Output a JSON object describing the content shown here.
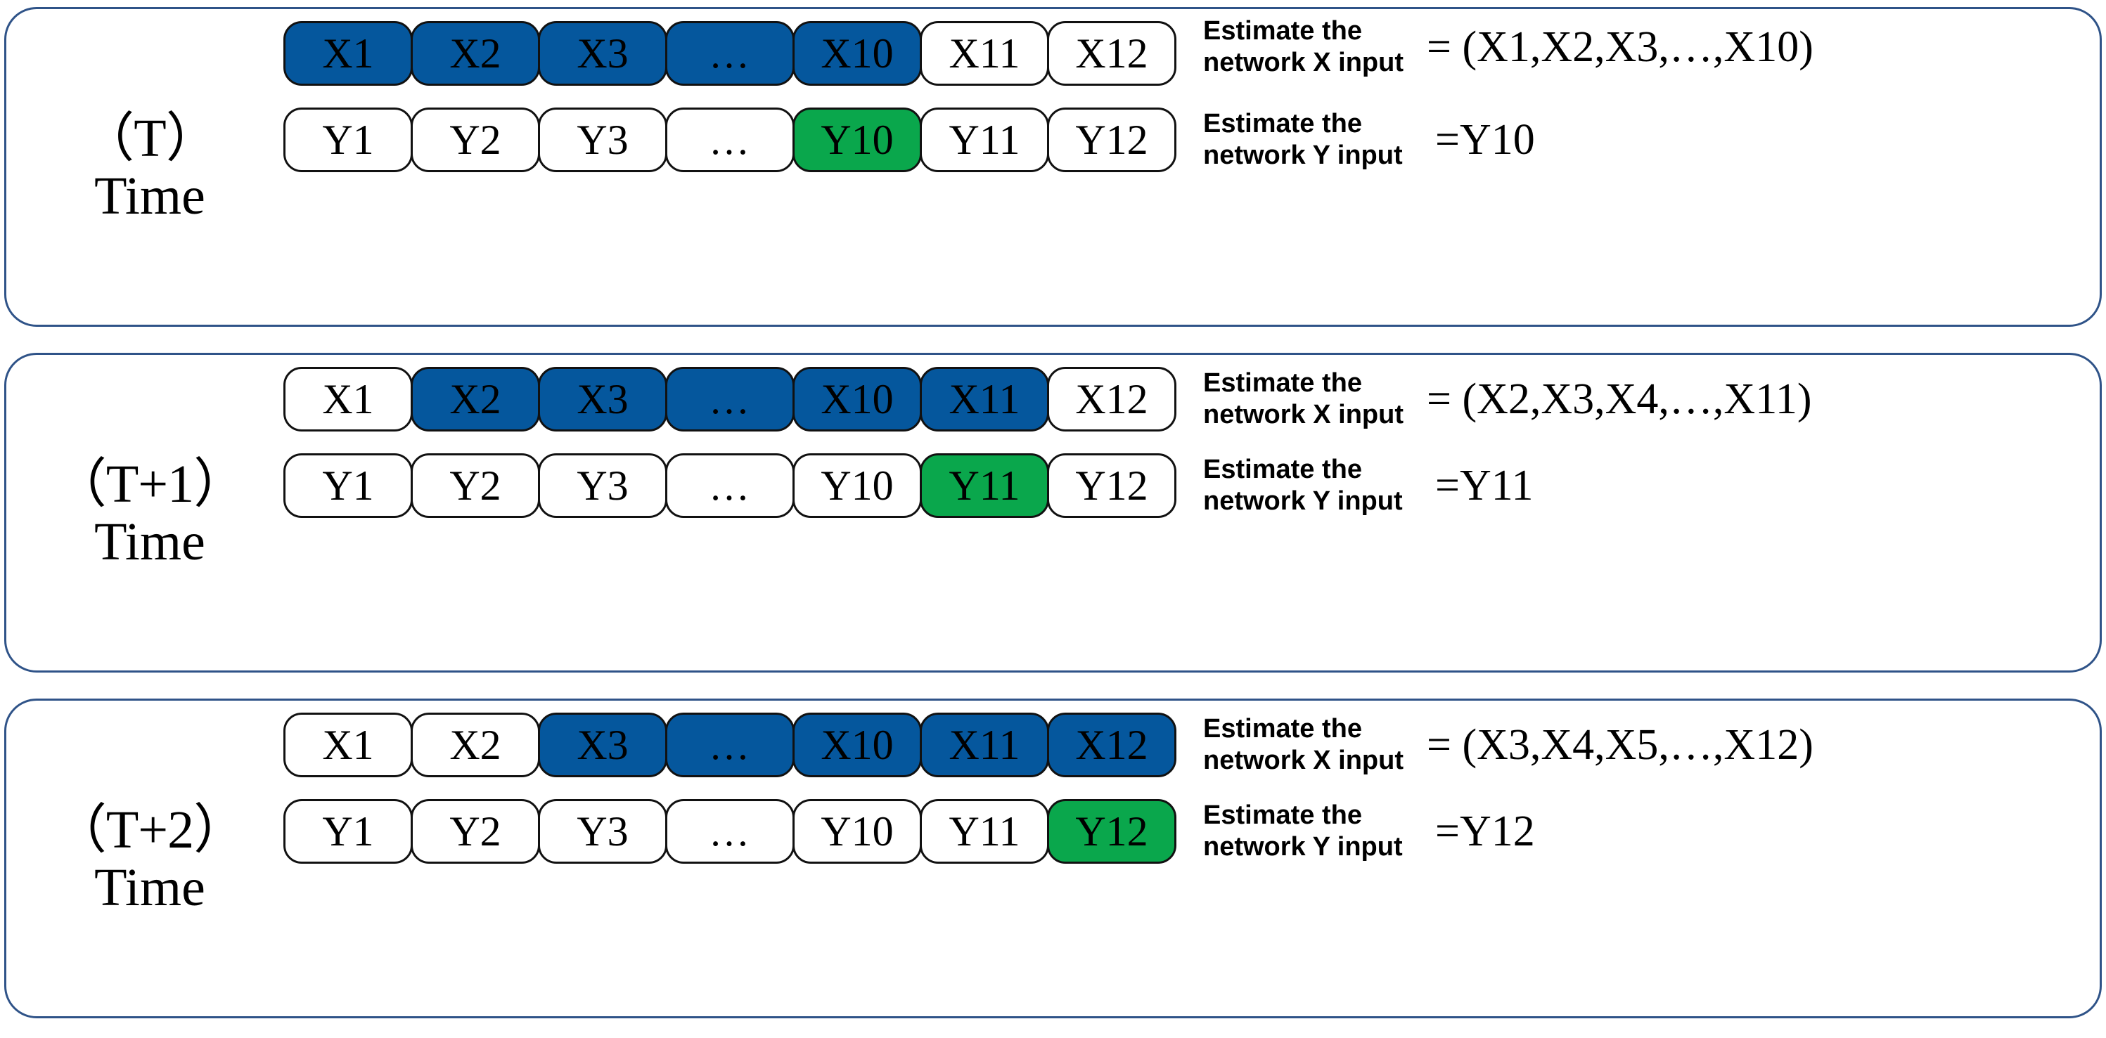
{
  "colors": {
    "panel_border": "#2f5388",
    "highlight_x": "#05579d",
    "highlight_y": "#0aa74c",
    "cell_border": "#111111",
    "text": "#000000"
  },
  "labels": {
    "estimate_x": "Estimate the\nnetwork X input",
    "estimate_y": "Estimate the\nnetwork Y input",
    "time_word": "Time",
    "ellipsis": "…"
  },
  "panels": [
    {
      "time_main": "（T）",
      "time_sub": "Time",
      "x_row": {
        "cells": [
          {
            "label": "X1",
            "state": "blue"
          },
          {
            "label": "X2",
            "state": "blue"
          },
          {
            "label": "X3",
            "state": "blue"
          },
          {
            "label": "…",
            "state": "blue"
          },
          {
            "label": "X10",
            "state": "blue"
          },
          {
            "label": "X11",
            "state": "plain"
          },
          {
            "label": "X12",
            "state": "plain"
          }
        ],
        "desc": "Estimate the\nnetwork X input",
        "equation": "= (X1,X2,X3,…,X10)"
      },
      "y_row": {
        "cells": [
          {
            "label": "Y1",
            "state": "plain"
          },
          {
            "label": "Y2",
            "state": "plain"
          },
          {
            "label": "Y3",
            "state": "plain"
          },
          {
            "label": "…",
            "state": "plain"
          },
          {
            "label": "Y10",
            "state": "green"
          },
          {
            "label": "Y11",
            "state": "plain"
          },
          {
            "label": "Y12",
            "state": "plain"
          }
        ],
        "desc": "Estimate the\nnetwork Y input",
        "equation": "=Y10"
      }
    },
    {
      "time_main": "（T+1）",
      "time_sub": "Time",
      "x_row": {
        "cells": [
          {
            "label": "X1",
            "state": "plain"
          },
          {
            "label": "X2",
            "state": "blue"
          },
          {
            "label": "X3",
            "state": "blue"
          },
          {
            "label": "…",
            "state": "blue"
          },
          {
            "label": "X10",
            "state": "blue"
          },
          {
            "label": "X11",
            "state": "blue"
          },
          {
            "label": "X12",
            "state": "plain"
          }
        ],
        "desc": "Estimate the\nnetwork X input",
        "equation": "= (X2,X3,X4,…,X11)"
      },
      "y_row": {
        "cells": [
          {
            "label": "Y1",
            "state": "plain"
          },
          {
            "label": "Y2",
            "state": "plain"
          },
          {
            "label": "Y3",
            "state": "plain"
          },
          {
            "label": "…",
            "state": "plain"
          },
          {
            "label": "Y10",
            "state": "plain"
          },
          {
            "label": "Y11",
            "state": "green"
          },
          {
            "label": "Y12",
            "state": "plain"
          }
        ],
        "desc": "Estimate the\nnetwork Y input",
        "equation": "=Y11"
      }
    },
    {
      "time_main": "（T+2）",
      "time_sub": "Time",
      "x_row": {
        "cells": [
          {
            "label": "X1",
            "state": "plain"
          },
          {
            "label": "X2",
            "state": "plain"
          },
          {
            "label": "X3",
            "state": "blue"
          },
          {
            "label": "…",
            "state": "blue"
          },
          {
            "label": "X10",
            "state": "blue"
          },
          {
            "label": "X11",
            "state": "blue"
          },
          {
            "label": "X12",
            "state": "blue"
          }
        ],
        "desc": "Estimate the\nnetwork X input",
        "equation": "= (X3,X4,X5,…,X12)"
      },
      "y_row": {
        "cells": [
          {
            "label": "Y1",
            "state": "plain"
          },
          {
            "label": "Y2",
            "state": "plain"
          },
          {
            "label": "Y3",
            "state": "plain"
          },
          {
            "label": "…",
            "state": "plain"
          },
          {
            "label": "Y10",
            "state": "plain"
          },
          {
            "label": "Y11",
            "state": "plain"
          },
          {
            "label": "Y12",
            "state": "green"
          }
        ],
        "desc": "Estimate the\nnetwork Y input",
        "equation": "=Y12"
      }
    }
  ]
}
